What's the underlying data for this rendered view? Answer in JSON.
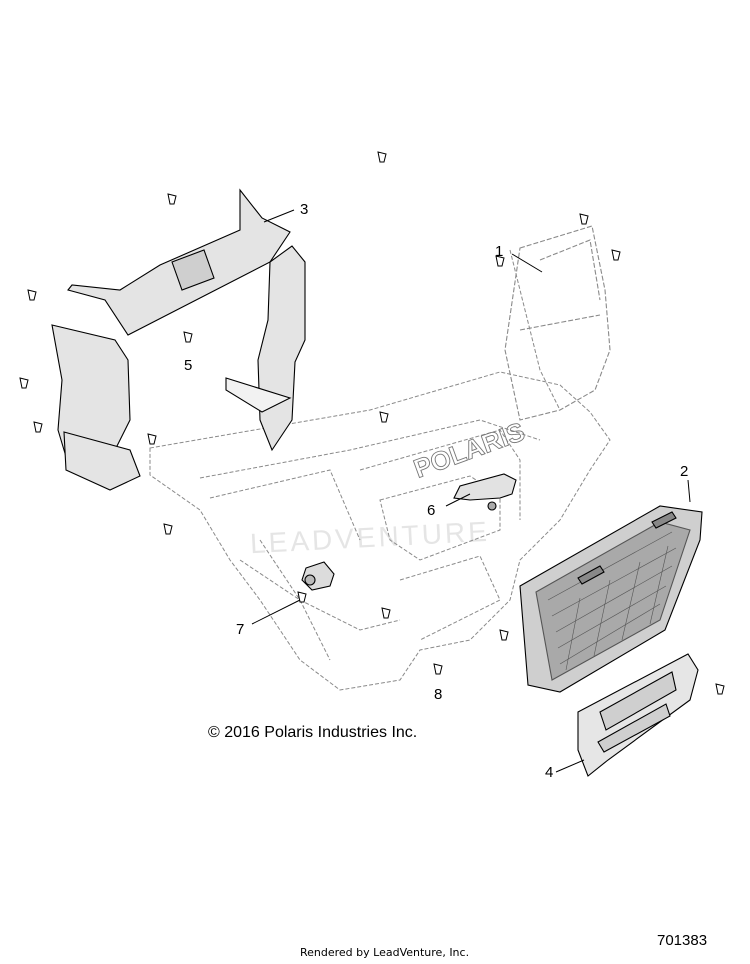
{
  "callouts": {
    "c1": "1",
    "c2": "2",
    "c3": "3",
    "c4": "4",
    "c5": "5",
    "c6": "6",
    "c7": "7",
    "c8": "8"
  },
  "copyright": "© 2016 Polaris Industries Inc.",
  "brand_lettering": "POLARIS",
  "watermark": "LEADVENTURE",
  "diagram_number": "701383",
  "rendered_by": "Rendered by LeadVenture, Inc.",
  "colors": {
    "line": "#000000",
    "ghost_line": "#8a8a8a",
    "part_fill": "#dcdcdc",
    "grille_fill": "#b5b5b5",
    "background": "#ffffff"
  }
}
